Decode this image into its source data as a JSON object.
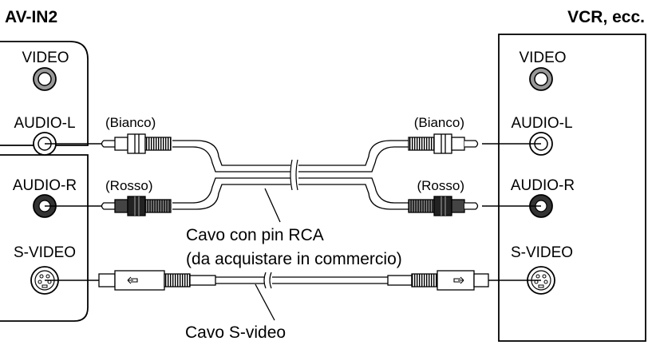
{
  "left_device": {
    "title": "AV-IN2",
    "jacks": {
      "video": "VIDEO",
      "audio_l": "AUDIO-L",
      "audio_r": "AUDIO-R",
      "s_video": "S-VIDEO"
    }
  },
  "right_device": {
    "title": "VCR, ecc.",
    "jacks": {
      "video": "VIDEO",
      "audio_l": "AUDIO-L",
      "audio_r": "AUDIO-R",
      "s_video": "S-VIDEO"
    }
  },
  "cables": {
    "white_label": "(Bianco)",
    "red_label": "(Rosso)",
    "rca_caption_line1": "Cavo con pin RCA",
    "rca_caption_line2": "(da acquistare in commercio)",
    "svideo_caption": "Cavo S-video"
  },
  "colors": {
    "white_plug": "#ffffff",
    "red_plug": "#333333",
    "line": "#000000"
  }
}
